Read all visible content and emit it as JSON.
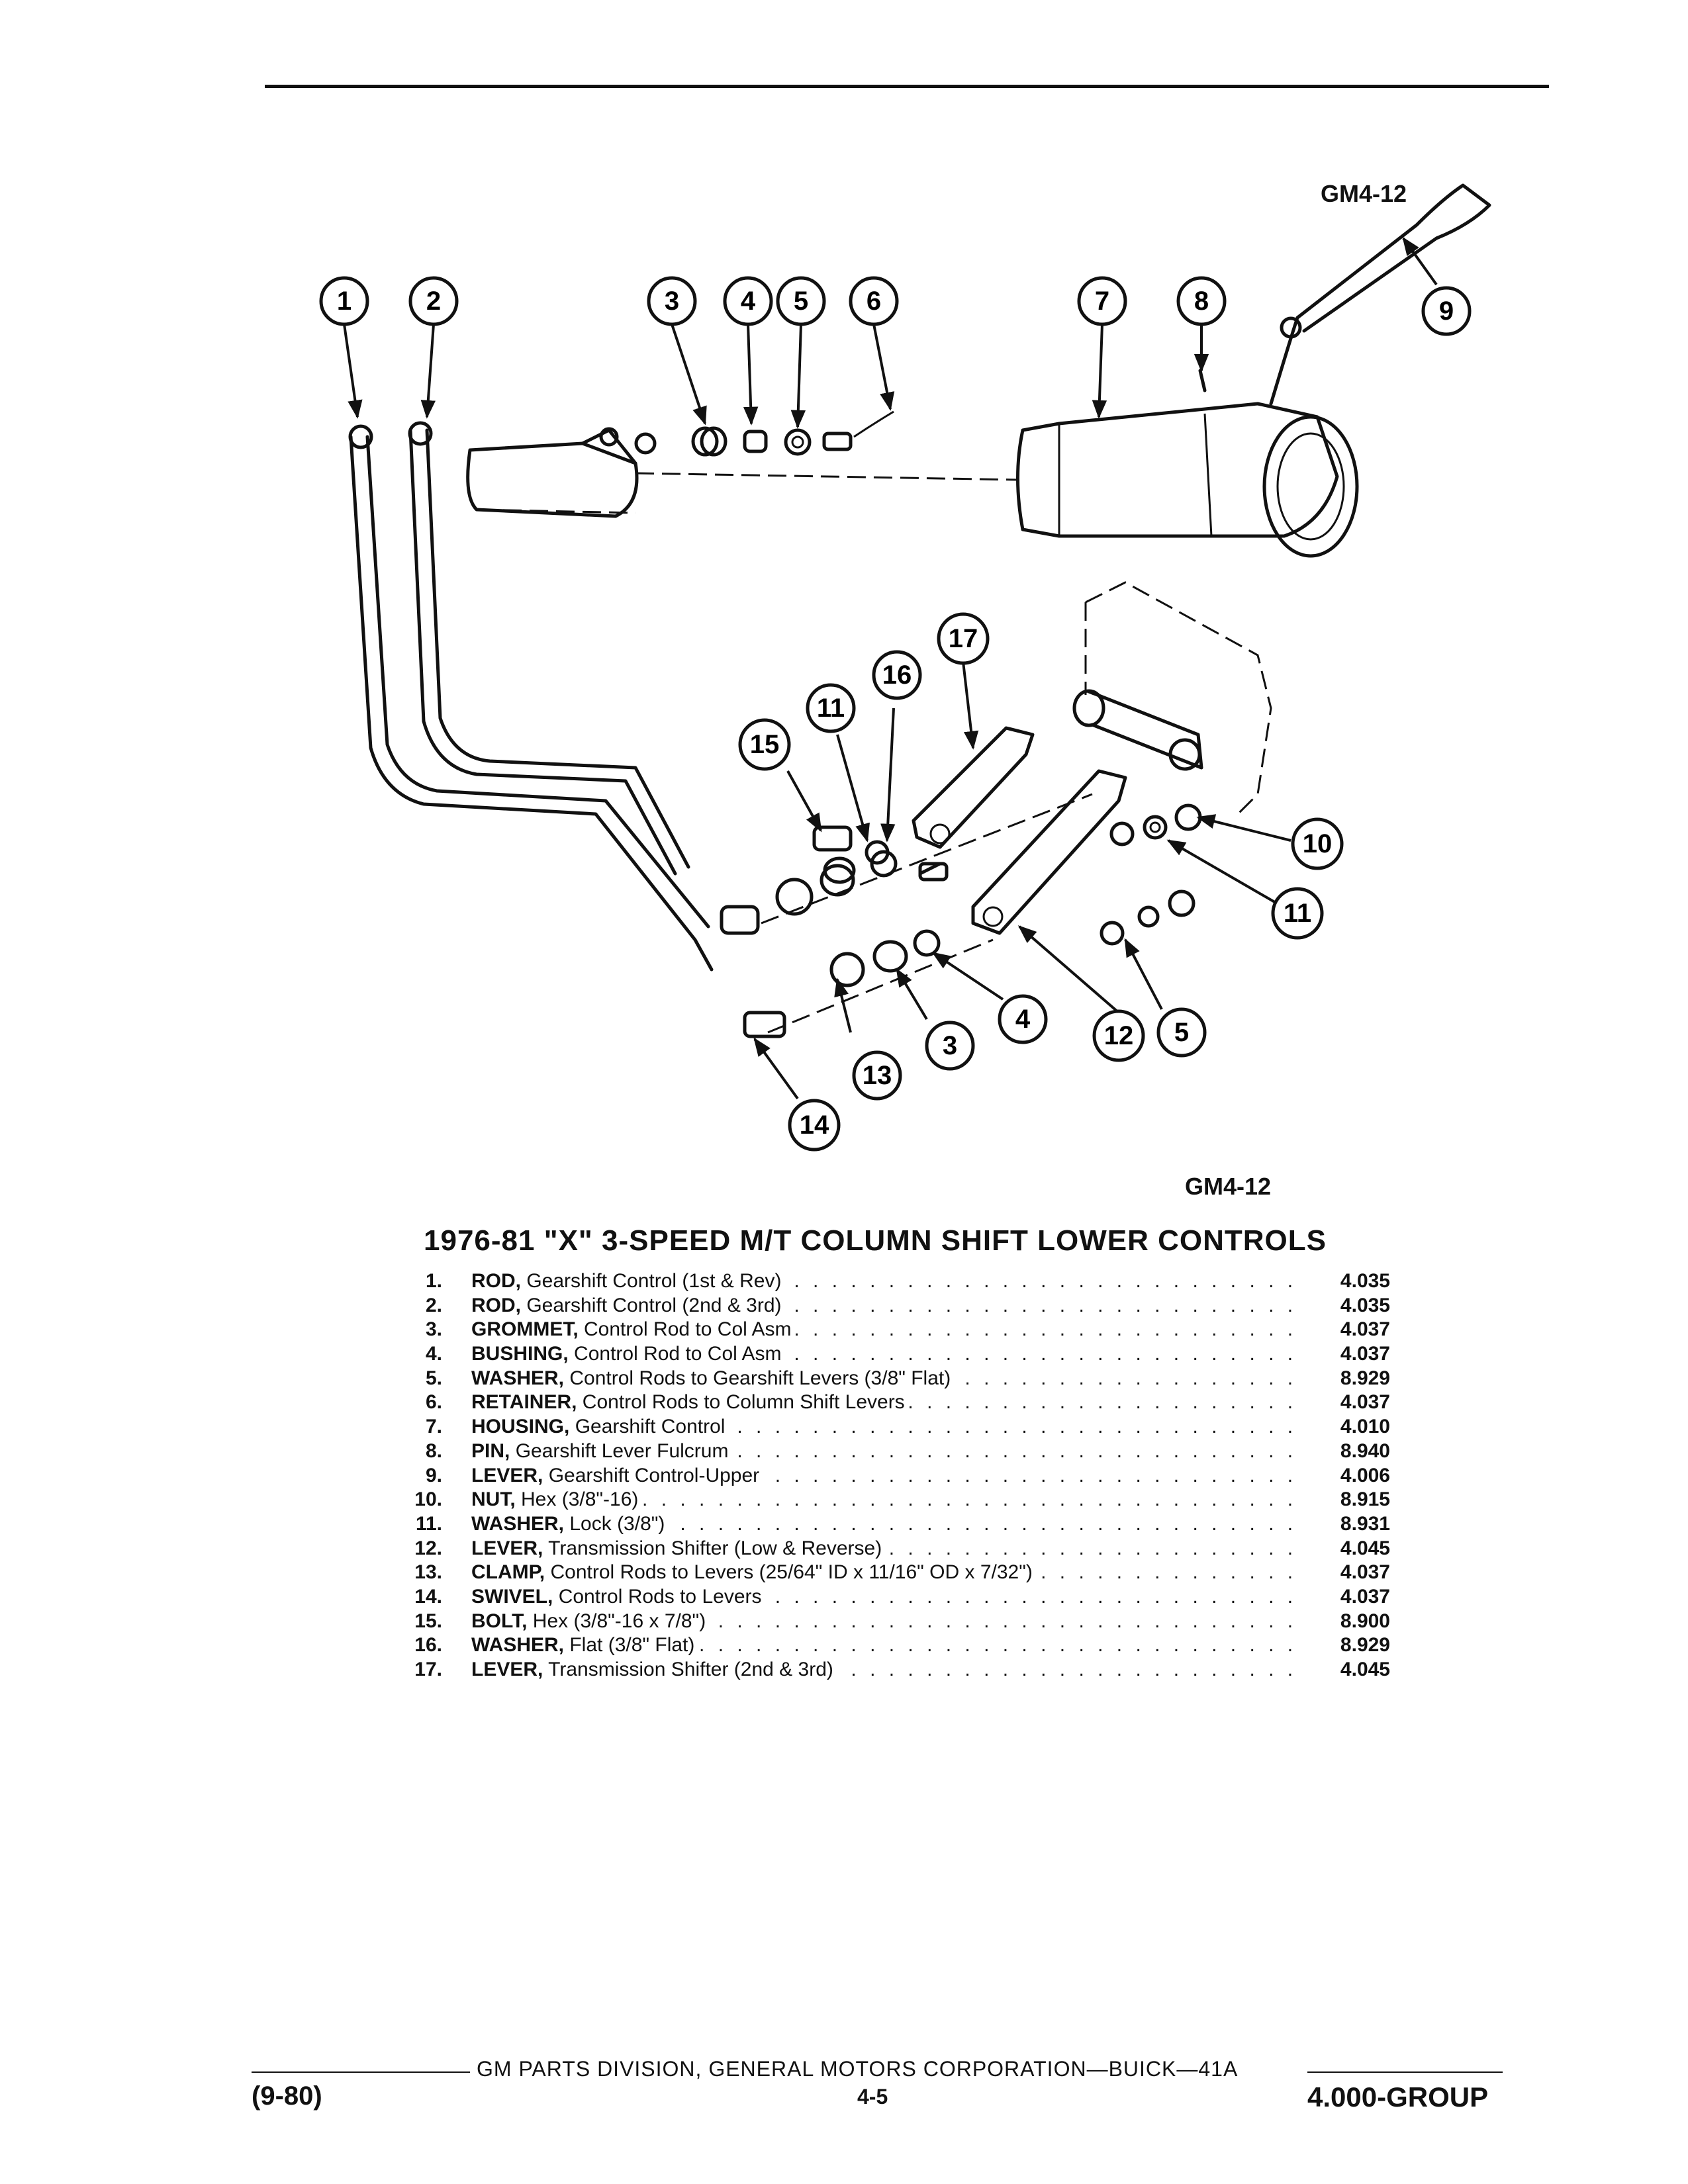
{
  "figure": {
    "code_top": "GM4-12",
    "code_bottom": "GM4-12",
    "callouts": [
      "1",
      "2",
      "3",
      "4",
      "5",
      "6",
      "7",
      "8",
      "9",
      "10",
      "11",
      "12",
      "13",
      "14",
      "15",
      "16",
      "17",
      "4",
      "3",
      "5"
    ]
  },
  "title": "1976-81 \"X\" 3-SPEED M/T COLUMN SHIFT LOWER CONTROLS",
  "parts": [
    {
      "num": "1.",
      "name": "ROD,",
      "desc": "Gearshift Control (1st & Rev)",
      "code": "4.035"
    },
    {
      "num": "2.",
      "name": "ROD,",
      "desc": "Gearshift Control (2nd & 3rd)",
      "code": "4.035"
    },
    {
      "num": "3.",
      "name": "GROMMET,",
      "desc": "Control Rod to Col Asm",
      "code": "4.037"
    },
    {
      "num": "4.",
      "name": "BUSHING,",
      "desc": "Control Rod to Col Asm",
      "code": "4.037"
    },
    {
      "num": "5.",
      "name": "WASHER,",
      "desc": "Control Rods to Gearshift Levers (3/8\" Flat)",
      "code": "8.929"
    },
    {
      "num": "6.",
      "name": "RETAINER,",
      "desc": "Control Rods to Column Shift Levers",
      "code": "4.037"
    },
    {
      "num": "7.",
      "name": "HOUSING,",
      "desc": "Gearshift Control",
      "code": "4.010"
    },
    {
      "num": "8.",
      "name": "PIN,",
      "desc": "Gearshift Lever Fulcrum",
      "code": "8.940"
    },
    {
      "num": "9.",
      "name": "LEVER,",
      "desc": "Gearshift Control-Upper",
      "code": "4.006"
    },
    {
      "num": "10.",
      "name": "NUT,",
      "desc": "Hex (3/8\"-16)",
      "code": "8.915"
    },
    {
      "num": "11.",
      "name": "WASHER,",
      "desc": "Lock (3/8\")",
      "code": "8.931"
    },
    {
      "num": "12.",
      "name": "LEVER,",
      "desc": "Transmission Shifter (Low & Reverse)",
      "code": "4.045"
    },
    {
      "num": "13.",
      "name": "CLAMP,",
      "desc": "Control Rods to Levers (25/64\" ID x 11/16\" OD x 7/32\")",
      "code": "4.037"
    },
    {
      "num": "14.",
      "name": "SWIVEL,",
      "desc": "Control Rods to Levers",
      "code": "4.037"
    },
    {
      "num": "15.",
      "name": "BOLT,",
      "desc": "Hex (3/8\"-16 x 7/8\")",
      "code": "8.900"
    },
    {
      "num": "16.",
      "name": "WASHER,",
      "desc": "Flat (3/8\" Flat)",
      "code": "8.929"
    },
    {
      "num": "17.",
      "name": "LEVER,",
      "desc": "Transmission Shifter (2nd & 3rd)",
      "code": "4.045"
    }
  ],
  "footer": {
    "center": "GM PARTS DIVISION, GENERAL MOTORS CORPORATION—BUICK—41A",
    "page": "4-5",
    "date": "(9-80)",
    "group": "4.000-GROUP"
  }
}
